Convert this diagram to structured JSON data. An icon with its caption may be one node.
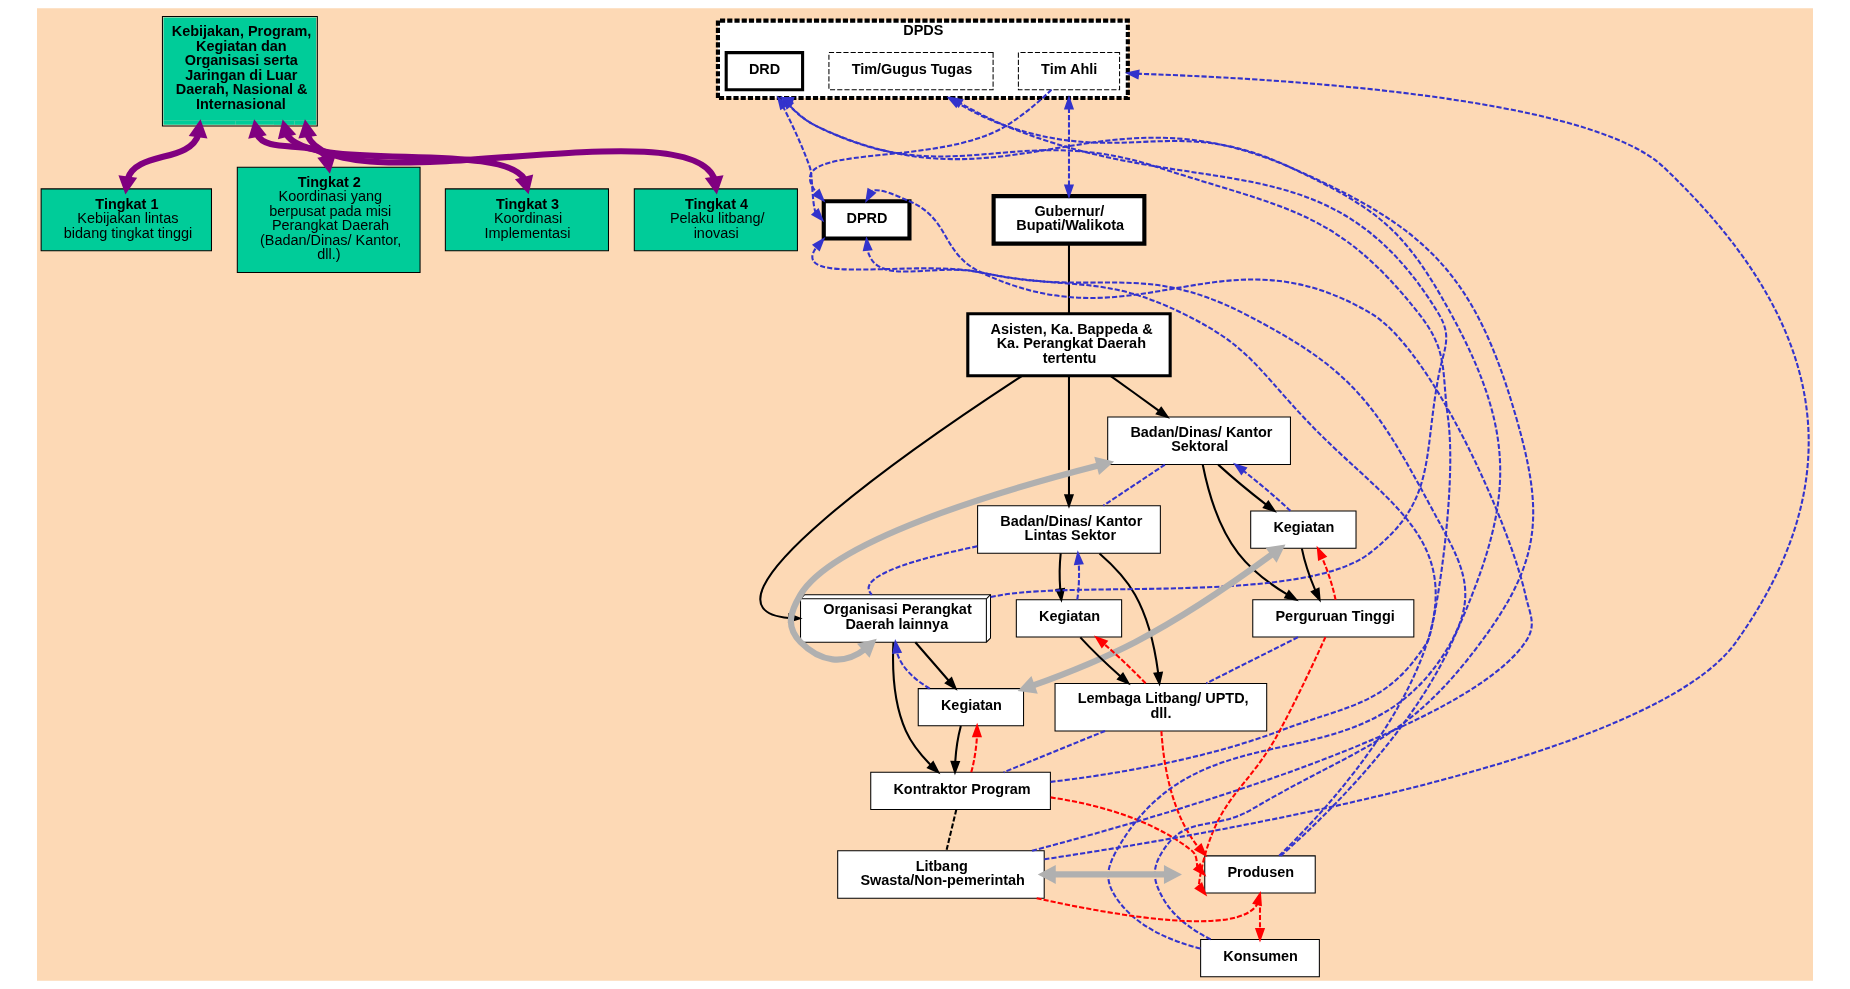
{
  "diagram": {
    "nodes": [
      {
        "text": [
          "Kebijakan, Program, Kegiatan dan Organisasi serta Jaringan di Luar Daerah, Nasional & Internasional"
        ]
      },
      {
        "text": [
          "Tingkat 1",
          "Kebijakan lintas bidang tingkat tinggi"
        ]
      },
      {
        "text": [
          "Tingkat 2",
          "Koordinasi yang berpusat pada misi Perangkat Daerah (Badan/Dinas/ Kantor, dll.)"
        ]
      },
      {
        "text": [
          "Tingkat 3",
          "Koordinasi Implementasi"
        ]
      },
      {
        "text": [
          "Tingkat 4",
          "Pelaku litbang/ inovasi"
        ]
      },
      {
        "text": [
          "Gubernur/ Bupati/Walikota"
        ]
      },
      {
        "text": [
          "DPDS"
        ]
      },
      {
        "text": [
          "DRD"
        ],
        "in": 6
      },
      {
        "text": [
          "Tim/Gugus Tugas"
        ],
        "in": 6
      },
      {
        "text": [
          "Tim Ahli"
        ],
        "in": 6
      },
      {
        "text": [
          "DPRD"
        ]
      },
      {
        "text": [
          "Asisten, Ka. Bappeda & Ka. Perangkat Daerah tertentu"
        ]
      },
      {
        "text": [
          "Badan/Dinas/ Kantor Sektoral"
        ]
      },
      {
        "text": [
          "Badan/Dinas/ Kantor Lintas Sektor"
        ]
      },
      {
        "text": [
          "Organisasi Perangkat Daerah lainnya"
        ]
      },
      {
        "text": [
          "Kegiatan"
        ]
      },
      {
        "text": [
          "Kegiatan"
        ]
      },
      {
        "text": [
          "Kegiatan"
        ]
      },
      {
        "text": [
          "Kontraktor Program"
        ]
      },
      {
        "text": [
          "Lembaga Litbang/ UPTD, dll."
        ]
      },
      {
        "text": [
          "Perguruan Tinggi"
        ]
      },
      {
        "text": [
          "Produsen"
        ]
      },
      {
        "text": [
          "Konsumen"
        ]
      },
      {
        "text": [
          "Litbang Swasta/Non-pemerintah"
        ]
      }
    ],
    "edges": [
      {
        "from": 0,
        "to": 1,
        "arrow": "both",
        "style": "thick",
        "color": "#800080"
      },
      {
        "from": 0,
        "to": 2,
        "arrow": "both",
        "style": "thick",
        "color": "#800080"
      },
      {
        "from": 0,
        "to": 3,
        "arrow": "both",
        "style": "thick",
        "color": "#800080"
      },
      {
        "from": 0,
        "to": 4,
        "arrow": "both",
        "style": "thick",
        "color": "#800080"
      },
      {
        "from": 5,
        "to": 11,
        "arrow": "none",
        "color": "#000000"
      },
      {
        "from": 11,
        "to": 12,
        "arrow": "to",
        "color": "#000000"
      },
      {
        "from": 11,
        "to": 13,
        "arrow": "to",
        "color": "#000000"
      },
      {
        "from": 11,
        "to": 14,
        "arrow": "to",
        "color": "#000000"
      },
      {
        "from": 5,
        "to": 6,
        "arrow": "both",
        "style": "dashed",
        "color": "#3333cc"
      },
      {
        "from": 6,
        "to": 10,
        "arrow": "both",
        "style": "dashed",
        "color": "#3333cc"
      },
      {
        "from": 9,
        "to": 10,
        "arrow": "to",
        "style": "dashed",
        "color": "#3333cc"
      },
      {
        "from": 12,
        "to": 13,
        "arrow": "none",
        "style": "dashed",
        "color": "#3333cc"
      },
      {
        "from": 13,
        "to": 14,
        "arrow": "none",
        "style": "dashed",
        "color": "#3333cc"
      },
      {
        "from": 14,
        "to": 6,
        "arrow": "to",
        "style": "dashed",
        "color": "#3333cc"
      },
      {
        "from": 12,
        "to": 14,
        "arrow": "both",
        "style": "thick",
        "color": "#b0b0b0"
      },
      {
        "from": 12,
        "to": 15,
        "arrow": "to",
        "color": "#000000"
      },
      {
        "from": 15,
        "to": 12,
        "arrow": "to",
        "style": "dashed",
        "color": "#3333cc"
      },
      {
        "from": 13,
        "to": 16,
        "arrow": "to",
        "color": "#000000"
      },
      {
        "from": 16,
        "to": 13,
        "arrow": "to",
        "style": "dashed",
        "color": "#3333cc"
      },
      {
        "from": 14,
        "to": 17,
        "arrow": "to",
        "color": "#000000"
      },
      {
        "from": 17,
        "to": 14,
        "arrow": "to",
        "style": "dashed",
        "color": "#3333cc"
      },
      {
        "from": 15,
        "to": 17,
        "arrow": "both",
        "style": "thick",
        "color": "#b0b0b0"
      },
      {
        "from": 12,
        "to": 20,
        "arrow": "to",
        "color": "#000000"
      },
      {
        "from": 15,
        "to": 20,
        "arrow": "to",
        "color": "#000000"
      },
      {
        "from": 20,
        "to": 15,
        "arrow": "to",
        "style": "dashed",
        "color": "#ff0000"
      },
      {
        "from": 13,
        "to": 19,
        "arrow": "to",
        "color": "#000000"
      },
      {
        "from": 16,
        "to": 19,
        "arrow": "to",
        "color": "#000000"
      },
      {
        "from": 19,
        "to": 16,
        "arrow": "to",
        "style": "dashed",
        "color": "#ff0000"
      },
      {
        "from": 14,
        "to": 18,
        "arrow": "to",
        "color": "#000000"
      },
      {
        "from": 17,
        "to": 18,
        "arrow": "to",
        "color": "#000000"
      },
      {
        "from": 18,
        "to": 17,
        "arrow": "to",
        "style": "dashed",
        "color": "#ff0000"
      },
      {
        "from": 20,
        "to": 19,
        "arrow": "none",
        "style": "dashed",
        "color": "#3333cc"
      },
      {
        "from": 19,
        "to": 18,
        "arrow": "none",
        "style": "dashed",
        "color": "#3333cc"
      },
      {
        "from": 18,
        "to": 6,
        "arrow": "to",
        "style": "dashed",
        "color": "#3333cc"
      },
      {
        "from": 18,
        "to": 21,
        "arrow": "to",
        "style": "dashed",
        "color": "#ff0000"
      },
      {
        "from": 19,
        "to": 21,
        "arrow": "to",
        "style": "dashed",
        "color": "#ff0000"
      },
      {
        "from": 20,
        "to": 21,
        "arrow": "to",
        "style": "dashed",
        "color": "#ff0000"
      },
      {
        "from": 23,
        "to": 21,
        "arrow": "to",
        "style": "dashed",
        "color": "#ff0000"
      },
      {
        "from": 21,
        "to": 22,
        "arrow": "to",
        "style": "dashed",
        "color": "#ff0000"
      },
      {
        "from": 18,
        "to": 23,
        "arrow": "none",
        "style": "dashed",
        "color": "#000000"
      },
      {
        "from": 21,
        "to": 6,
        "arrow": "to",
        "style": "dashed",
        "color": "#3333cc"
      },
      {
        "from": 21,
        "to": 10,
        "arrow": "to",
        "style": "dashed",
        "color": "#3333cc"
      },
      {
        "from": 22,
        "to": 6,
        "arrow": "to",
        "style": "dashed",
        "color": "#3333cc"
      },
      {
        "from": 22,
        "to": 10,
        "arrow": "to",
        "style": "dashed",
        "color": "#3333cc"
      },
      {
        "from": 23,
        "to": 6,
        "arrow": "to",
        "style": "dashed",
        "color": "#3333cc"
      },
      {
        "from": 23,
        "to": 10,
        "arrow": "to",
        "style": "dashed",
        "color": "#3333cc"
      },
      {
        "from": null,
        "to": 23,
        "arrow": "both",
        "style": "thick",
        "color": "#b0b0b0"
      }
    ]
  }
}
